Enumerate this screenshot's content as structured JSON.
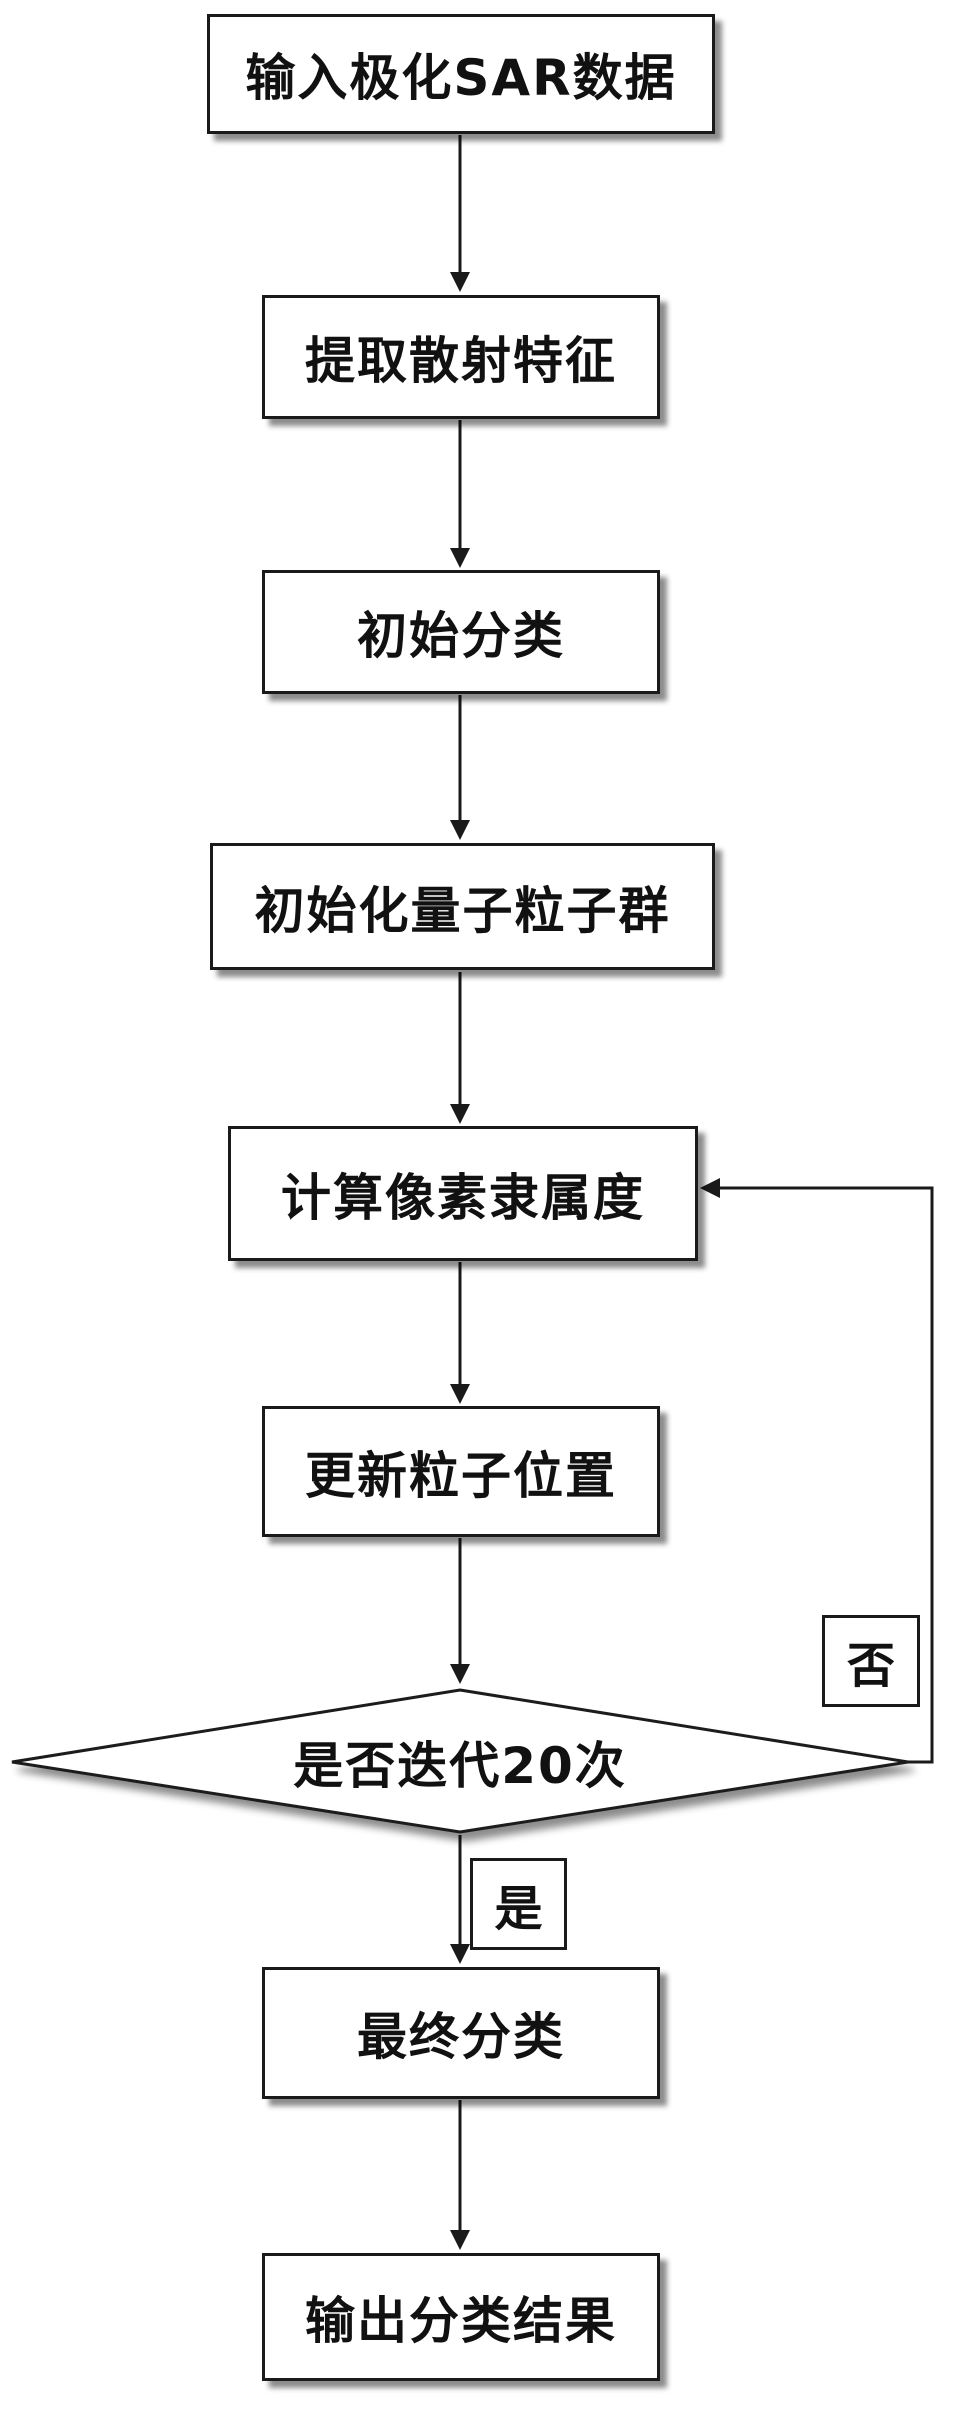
{
  "flowchart": {
    "steps": [
      "输入极化SAR数据",
      "提取散射特征",
      "初始分类",
      "初始化量子粒子群",
      "计算像素隶属度",
      "更新粒子位置",
      "最终分类",
      "输出分类结果"
    ],
    "decision": "是否迭代20次",
    "branch_no": "否",
    "branch_yes": "是"
  }
}
